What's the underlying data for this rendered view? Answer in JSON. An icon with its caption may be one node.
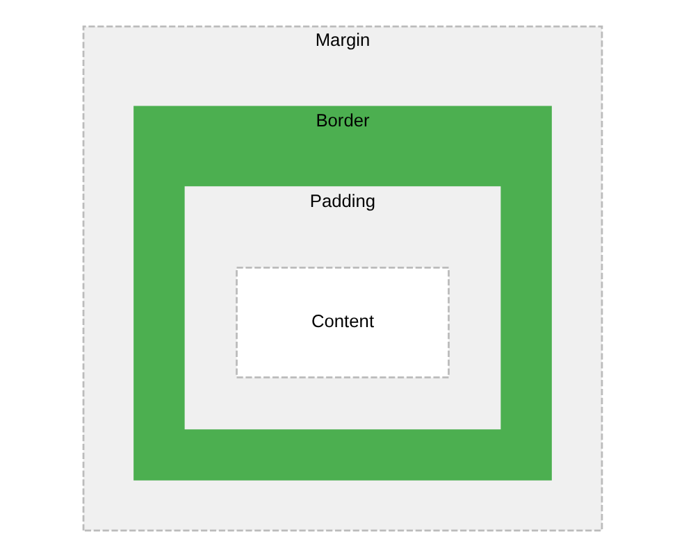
{
  "diagram": {
    "nodes": [
      {
        "text": [
          "Margin"
        ]
      },
      {
        "text": [
          "Border"
        ],
        "in": 0
      },
      {
        "text": [
          "Padding"
        ],
        "in": 1
      },
      {
        "text": [
          "Content"
        ],
        "in": 2
      }
    ]
  }
}
